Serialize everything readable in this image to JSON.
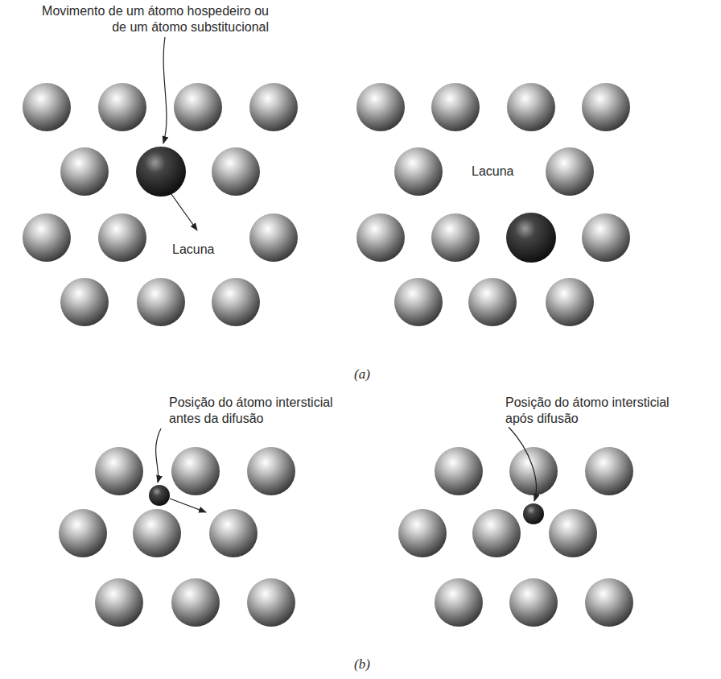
{
  "diagram": {
    "labels": [
      "Movimento de um átomo hospedeiro ou de um átomo substitucional",
      "Lacuna",
      "Lacuna",
      "(a)",
      "Posição do átomo intersticial antes da difusão",
      "Posição do átomo intersticial após difusão",
      "(b)"
    ]
  }
}
